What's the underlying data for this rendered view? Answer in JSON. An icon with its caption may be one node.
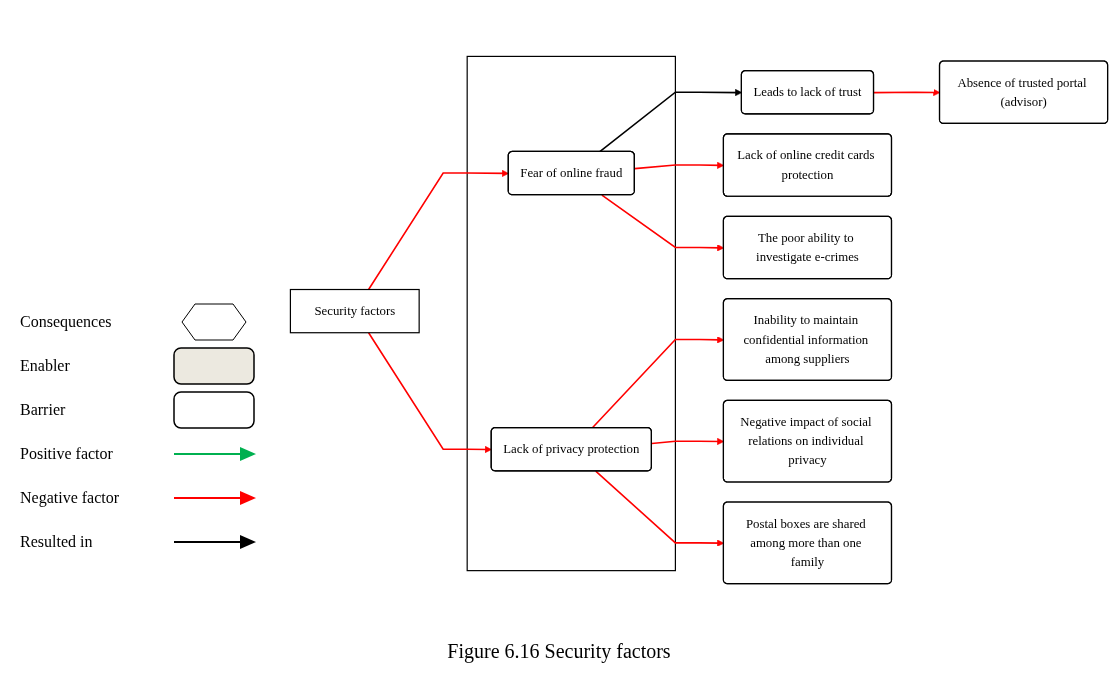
{
  "diagram": {
    "caption": "Figure 6.16 Security factors",
    "nodes": [
      {
        "text": [
          "Security factors"
        ]
      },
      {
        "text": [],
        "shape": "box"
      },
      {
        "text": [
          "Fear of online fraud"
        ],
        "in": 1
      },
      {
        "text": [
          "Lack of privacy protection"
        ],
        "in": 1
      },
      {
        "text": [
          "Leads to lack of trust"
        ]
      },
      {
        "text": [
          "Absence of trusted portal (advisor)"
        ]
      },
      {
        "text": [
          "Lack of online credit cards protection"
        ]
      },
      {
        "text": [
          "The poor ability to investigate e-crimes"
        ]
      },
      {
        "text": [
          "Inability to maintain confidential information among suppliers"
        ]
      },
      {
        "text": [
          "Negative impact of social relations on individual privacy"
        ]
      },
      {
        "text": [
          "Postal boxes are shared among more than one family"
        ]
      }
    ],
    "edges": [
      {
        "from": 0,
        "to": 2,
        "arrow": "to"
      },
      {
        "from": 0,
        "to": 3,
        "arrow": "to"
      },
      {
        "from": 2,
        "to": 4,
        "arrow": "to",
        "color": "#000000"
      },
      {
        "from": 4,
        "to": 5,
        "arrow": "to"
      },
      {
        "from": 2,
        "to": 6,
        "arrow": "to"
      },
      {
        "from": 2,
        "to": 7,
        "arrow": "to"
      },
      {
        "from": 3,
        "to": 8,
        "arrow": "to"
      },
      {
        "from": 3,
        "to": 9,
        "arrow": "to"
      },
      {
        "from": 3,
        "to": 10,
        "arrow": "to"
      }
    ],
    "legend": [
      {
        "text": "Consequences"
      },
      {
        "text": "Enabler",
        "color": "#ece9e0"
      },
      {
        "text": "Barrier"
      },
      {
        "text": "Positive factor"
      },
      {
        "text": "Negative factor"
      },
      {
        "text": "Resulted in"
      }
    ]
  }
}
